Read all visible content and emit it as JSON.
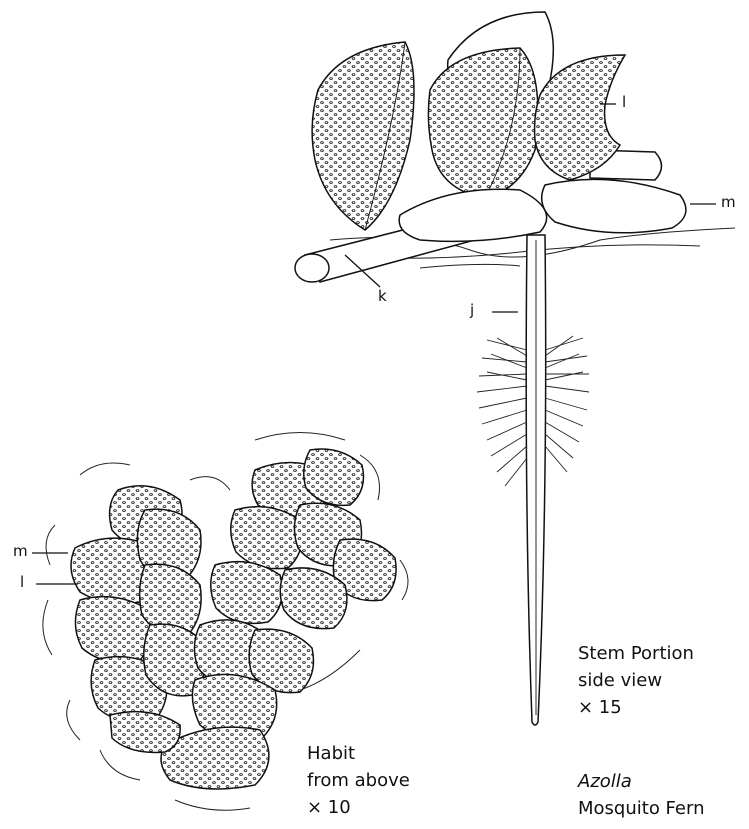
{
  "labels": {
    "stem": {
      "l": "l",
      "m": "m",
      "k": "k",
      "j": "j"
    },
    "habit": {
      "m": "m",
      "l": "l"
    }
  },
  "captions": {
    "stem_title": "Stem Portion",
    "stem_view": "side view",
    "stem_mag": "× 15",
    "habit_title": "Habit",
    "habit_view": "from above",
    "habit_mag": "× 10",
    "genus": "Azolla",
    "common_name": "Mosquito Fern"
  }
}
